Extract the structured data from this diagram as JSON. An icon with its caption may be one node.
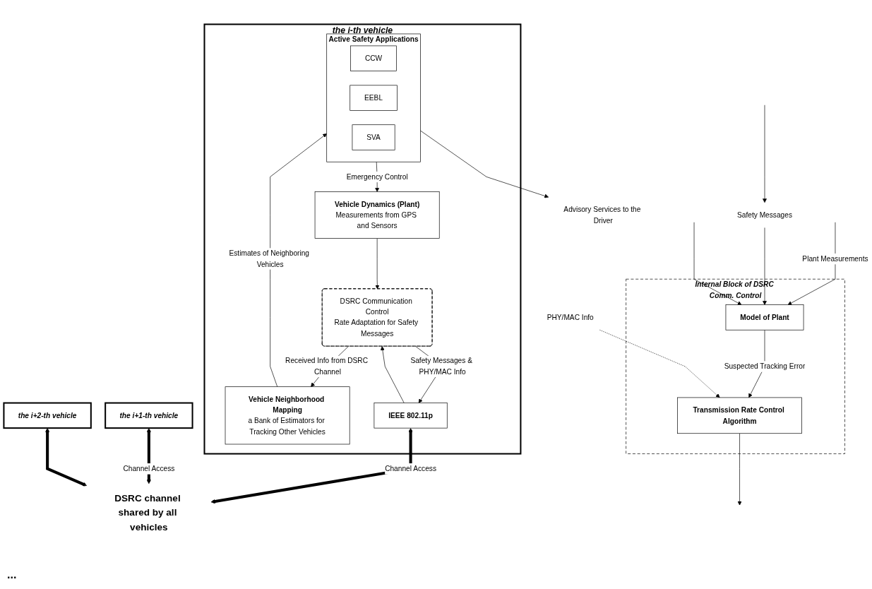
{
  "diagram": {
    "nodes": [
      {
        "text": [
          "the i-th vehicle"
        ]
      },
      {
        "text": [
          "Active Safety Applications"
        ],
        "in": 0
      },
      {
        "text": [
          "CCW"
        ],
        "in": 1
      },
      {
        "text": [
          "EEBL"
        ],
        "in": 1
      },
      {
        "text": [
          "SVA"
        ],
        "in": 1
      },
      {
        "text": [
          "Vehicle Neighborhood Mapping",
          "a Bank of Estimators for Tracking Other Vehicles"
        ],
        "in": 0
      },
      {
        "text": [
          "Vehicle Dynamics (Plant)",
          "Measurements from GPS and Sensors"
        ],
        "in": 0
      },
      {
        "text": [
          "DSRC Communication Control",
          "Rate Adaptation for Safety Messages"
        ],
        "in": 0
      },
      {
        "text": [
          "IEEE 802.11p"
        ],
        "in": 0
      },
      {
        "text": [
          "Advisory Services to the Driver"
        ]
      },
      {
        "text": [
          "Internal Block of DSRC Comm. Control"
        ]
      },
      {
        "text": [
          "Transmission Rate Control Algorithm"
        ],
        "in": 10
      },
      {
        "text": [
          "Model of Plant"
        ],
        "in": 10
      },
      {
        "text": [
          "PHY/MAC Info"
        ]
      },
      {
        "text": [
          "Safety Messages"
        ]
      },
      {
        "text": [
          "the i+1-th vehicle"
        ]
      },
      {
        "text": [
          "the i+2-th vehicle"
        ]
      },
      {
        "text": [
          "DSRC channel shared by all vehicles"
        ]
      }
    ],
    "edges": [
      {
        "from": 1,
        "to": 9,
        "arrow": "to"
      },
      {
        "from": 1,
        "to": 6,
        "arrow": "to",
        "label": "Emergency Control"
      },
      {
        "from": 5,
        "to": 1,
        "arrow": "to",
        "label": "Estimates of Neighboring Vehicles"
      },
      {
        "from": 7,
        "to": 5,
        "arrow": "to",
        "label": "Received Info from DSRC Channel"
      },
      {
        "from": 6,
        "to": 7,
        "arrow": "to"
      },
      {
        "from": 8,
        "to": 7,
        "arrow": "to"
      },
      {
        "from": 7,
        "to": 8,
        "arrow": "to",
        "label": "Safety Messages & PHY/MAC Info"
      },
      {
        "from": 8,
        "to": 17,
        "arrow": "both",
        "style": "thick",
        "label": "Channel Access"
      },
      {
        "from": 15,
        "to": 17,
        "arrow": "both",
        "style": "thick",
        "label": "Channel Access"
      },
      {
        "from": 16,
        "to": 17,
        "arrow": "both",
        "style": "thick"
      },
      {
        "from": null,
        "to": 12,
        "arrow": "to",
        "label": "Plant Measurements"
      },
      {
        "from": 12,
        "to": 11,
        "arrow": "to",
        "label": "Suspected Tracking Error"
      },
      {
        "from": 13,
        "to": 11,
        "arrow": "to",
        "style": "dashed"
      },
      {
        "from": 14,
        "to": 12,
        "arrow": "to"
      },
      {
        "from": 11,
        "to": null,
        "arrow": "to"
      },
      {
        "from": null,
        "to": 12,
        "arrow": "to"
      },
      {
        "from": null,
        "to": 14,
        "arrow": "to"
      }
    ],
    "labels": [
      "..."
    ]
  }
}
